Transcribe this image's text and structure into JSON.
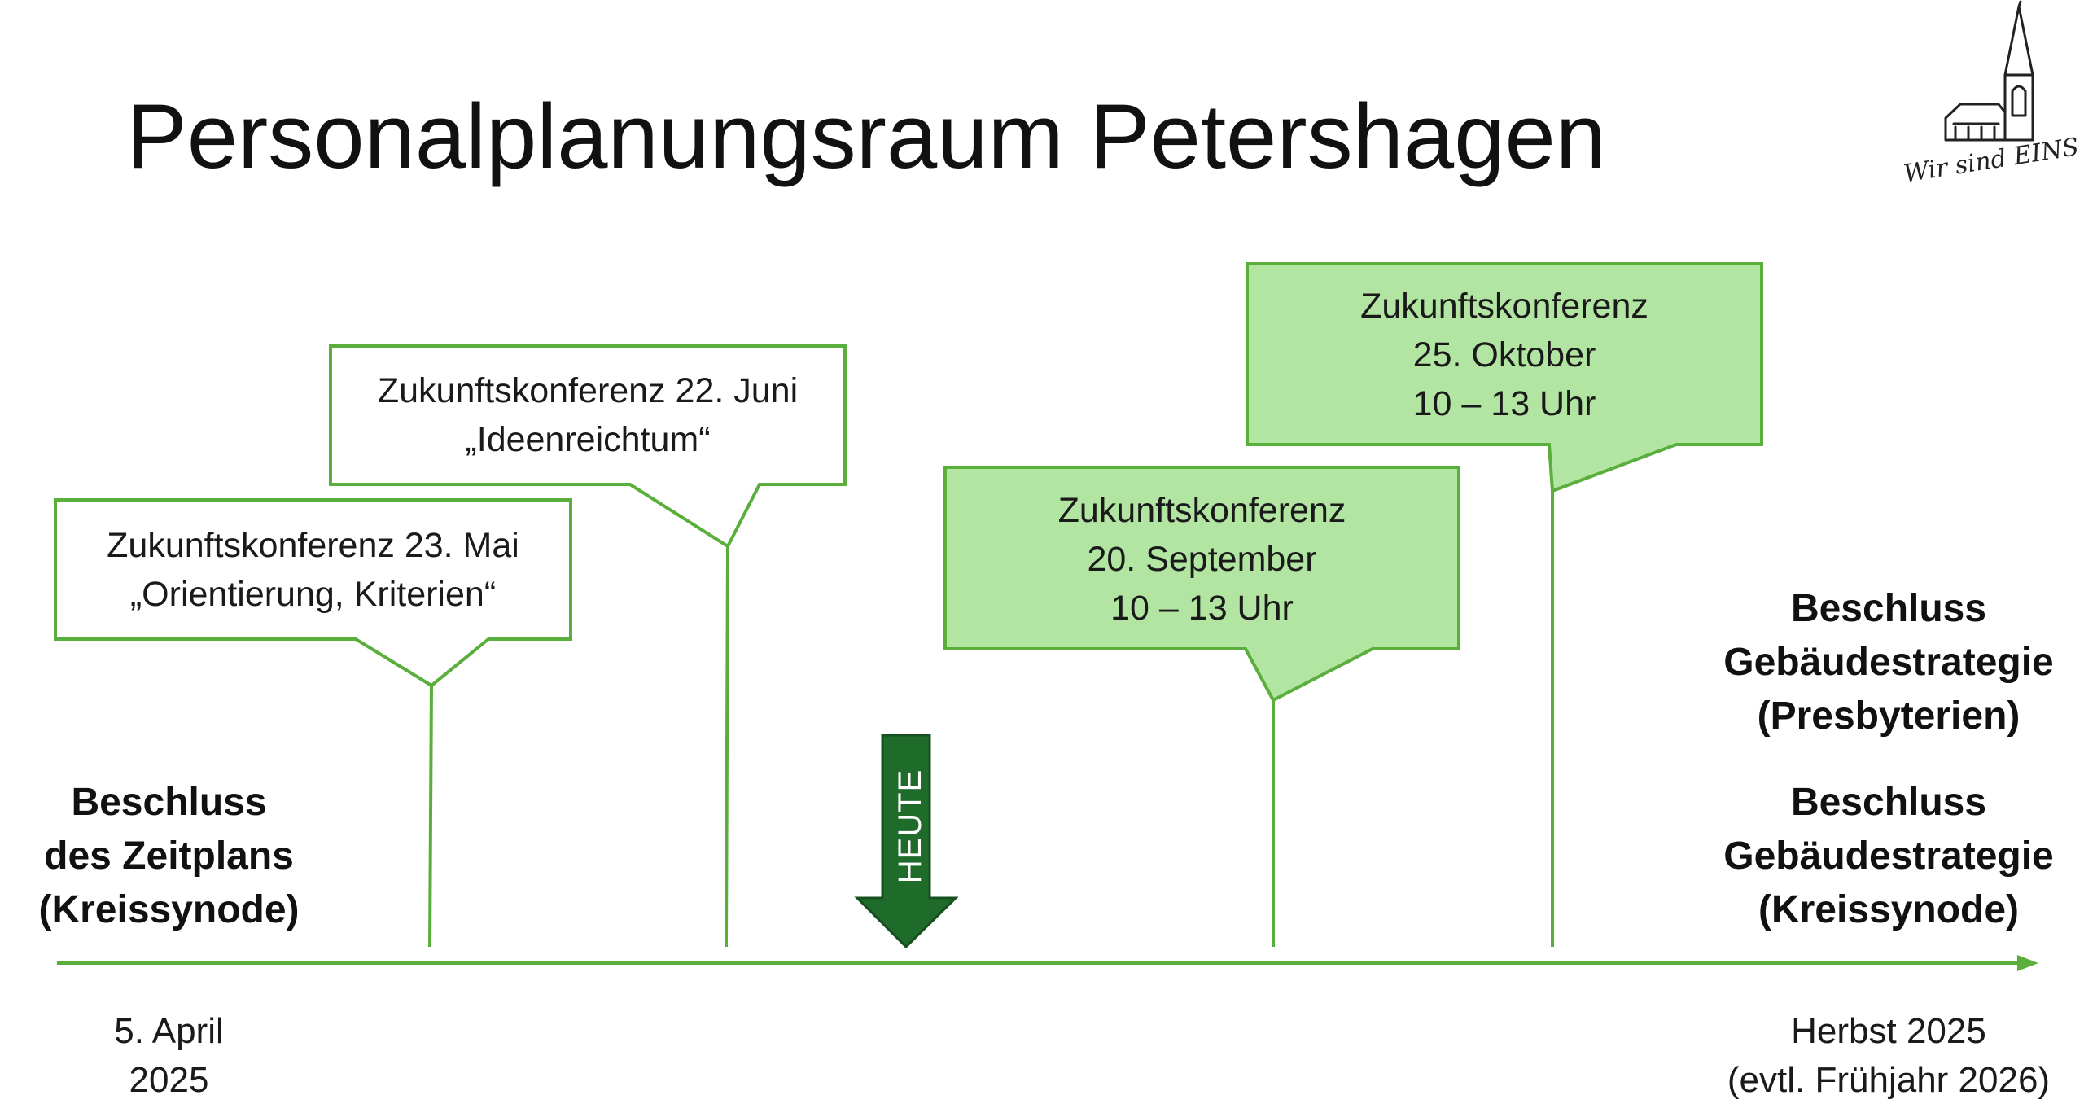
{
  "title": "Personalplanungsraum Petershagen",
  "logo": {
    "caption": "Wir sind EINS",
    "icon": "church-icon"
  },
  "colors": {
    "callout_border": "#5aae3c",
    "callout_fill_green": "#b3e5a2",
    "timeline": "#5aae3c",
    "today_arrow": "#1e6b2a"
  },
  "callouts": [
    {
      "lines": [
        "Zukunftskonferenz 23. Mai",
        "„Orientierung, Kriterien“"
      ],
      "highlighted": false
    },
    {
      "lines": [
        "Zukunftskonferenz 22. Juni",
        "„Ideenreichtum“"
      ],
      "highlighted": false
    },
    {
      "lines": [
        "Zukunftskonferenz",
        "20. September",
        "10 – 13 Uhr"
      ],
      "highlighted": true
    },
    {
      "lines": [
        "Zukunftskonferenz",
        "25. Oktober",
        "10 – 13 Uhr"
      ],
      "highlighted": true
    }
  ],
  "today_marker": {
    "label": "HEUTE"
  },
  "start": {
    "milestone_lines": [
      "Beschluss",
      "des Zeitplans",
      "(Kreissynode)"
    ],
    "date_lines": [
      "5. April",
      "2025"
    ]
  },
  "end": {
    "milestone1_lines": [
      "Beschluss",
      "Gebäudestrategie",
      "(Presbyterien)"
    ],
    "milestone2_lines": [
      "Beschluss",
      "Gebäudestrategie",
      "(Kreissynode)"
    ],
    "date_lines": [
      "Herbst 2025",
      "(evtl. Frühjahr 2026)"
    ]
  }
}
